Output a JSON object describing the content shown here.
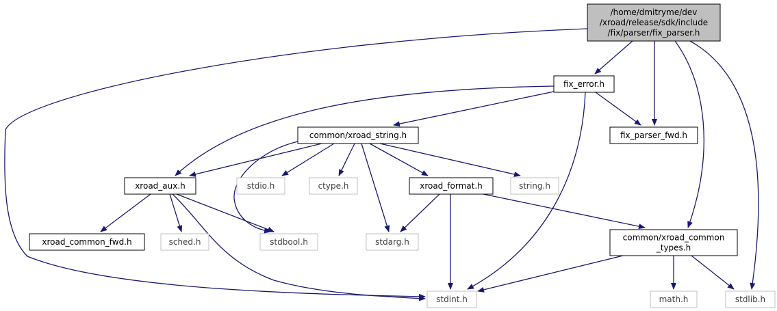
{
  "colors": {
    "edge": "#191970",
    "root_fill": "#bfbfbf",
    "documented_stroke": "#000000",
    "documented_text": "#000000",
    "system_stroke": "#bfbfbf",
    "system_text": "#404040",
    "node_fill": "#ffffff"
  },
  "nodes": [
    {
      "id": "fix_parser",
      "kind": "root",
      "lines": [
        "/home/dmitryme/dev",
        "/xroad/release/sdk/include",
        "/fix/parser/fix_parser.h"
      ]
    },
    {
      "id": "fix_error",
      "kind": "documented",
      "lines": [
        "fix_error.h"
      ]
    },
    {
      "id": "xroad_string",
      "kind": "documented",
      "lines": [
        "common/xroad_string.h"
      ]
    },
    {
      "id": "fix_parser_fwd",
      "kind": "documented",
      "lines": [
        "fix_parser_fwd.h"
      ]
    },
    {
      "id": "xroad_aux",
      "kind": "documented",
      "lines": [
        "xroad_aux.h"
      ]
    },
    {
      "id": "stdio",
      "kind": "system",
      "lines": [
        "stdio.h"
      ]
    },
    {
      "id": "ctype",
      "kind": "system",
      "lines": [
        "ctype.h"
      ]
    },
    {
      "id": "xroad_format",
      "kind": "documented",
      "lines": [
        "xroad_format.h"
      ]
    },
    {
      "id": "string",
      "kind": "system",
      "lines": [
        "string.h"
      ]
    },
    {
      "id": "xroad_common_fwd",
      "kind": "documented",
      "lines": [
        "xroad_common_fwd.h"
      ]
    },
    {
      "id": "sched",
      "kind": "system",
      "lines": [
        "sched.h"
      ]
    },
    {
      "id": "stdbool",
      "kind": "system",
      "lines": [
        "stdbool.h"
      ]
    },
    {
      "id": "stdarg",
      "kind": "system",
      "lines": [
        "stdarg.h"
      ]
    },
    {
      "id": "xroad_common_types",
      "kind": "documented",
      "lines": [
        "common/xroad_common",
        "_types.h"
      ]
    },
    {
      "id": "stdint",
      "kind": "system",
      "lines": [
        "stdint.h"
      ]
    },
    {
      "id": "math",
      "kind": "system",
      "lines": [
        "math.h"
      ]
    },
    {
      "id": "stdlib",
      "kind": "system",
      "lines": [
        "stdlib.h"
      ]
    }
  ],
  "edges": [
    {
      "from": "fix_parser",
      "to": "fix_error"
    },
    {
      "from": "fix_parser",
      "to": "fix_parser_fwd"
    },
    {
      "from": "fix_parser",
      "to": "xroad_common_types"
    },
    {
      "from": "fix_parser",
      "to": "stdlib"
    },
    {
      "from": "fix_parser",
      "to": "stdint"
    },
    {
      "from": "fix_error",
      "to": "xroad_string"
    },
    {
      "from": "fix_error",
      "to": "fix_parser_fwd"
    },
    {
      "from": "fix_error",
      "to": "xroad_aux"
    },
    {
      "from": "fix_error",
      "to": "stdint"
    },
    {
      "from": "xroad_string",
      "to": "xroad_aux"
    },
    {
      "from": "xroad_string",
      "to": "stdio"
    },
    {
      "from": "xroad_string",
      "to": "ctype"
    },
    {
      "from": "xroad_string",
      "to": "xroad_format"
    },
    {
      "from": "xroad_string",
      "to": "string"
    },
    {
      "from": "xroad_string",
      "to": "stdarg"
    },
    {
      "from": "xroad_string",
      "to": "stdbool"
    },
    {
      "from": "xroad_aux",
      "to": "xroad_common_fwd"
    },
    {
      "from": "xroad_aux",
      "to": "sched"
    },
    {
      "from": "xroad_aux",
      "to": "stdbool"
    },
    {
      "from": "xroad_aux",
      "to": "stdint"
    },
    {
      "from": "xroad_format",
      "to": "stdarg"
    },
    {
      "from": "xroad_format",
      "to": "stdint"
    },
    {
      "from": "xroad_format",
      "to": "xroad_common_types"
    },
    {
      "from": "xroad_common_types",
      "to": "stdint"
    },
    {
      "from": "xroad_common_types",
      "to": "math"
    },
    {
      "from": "xroad_common_types",
      "to": "stdlib"
    }
  ]
}
